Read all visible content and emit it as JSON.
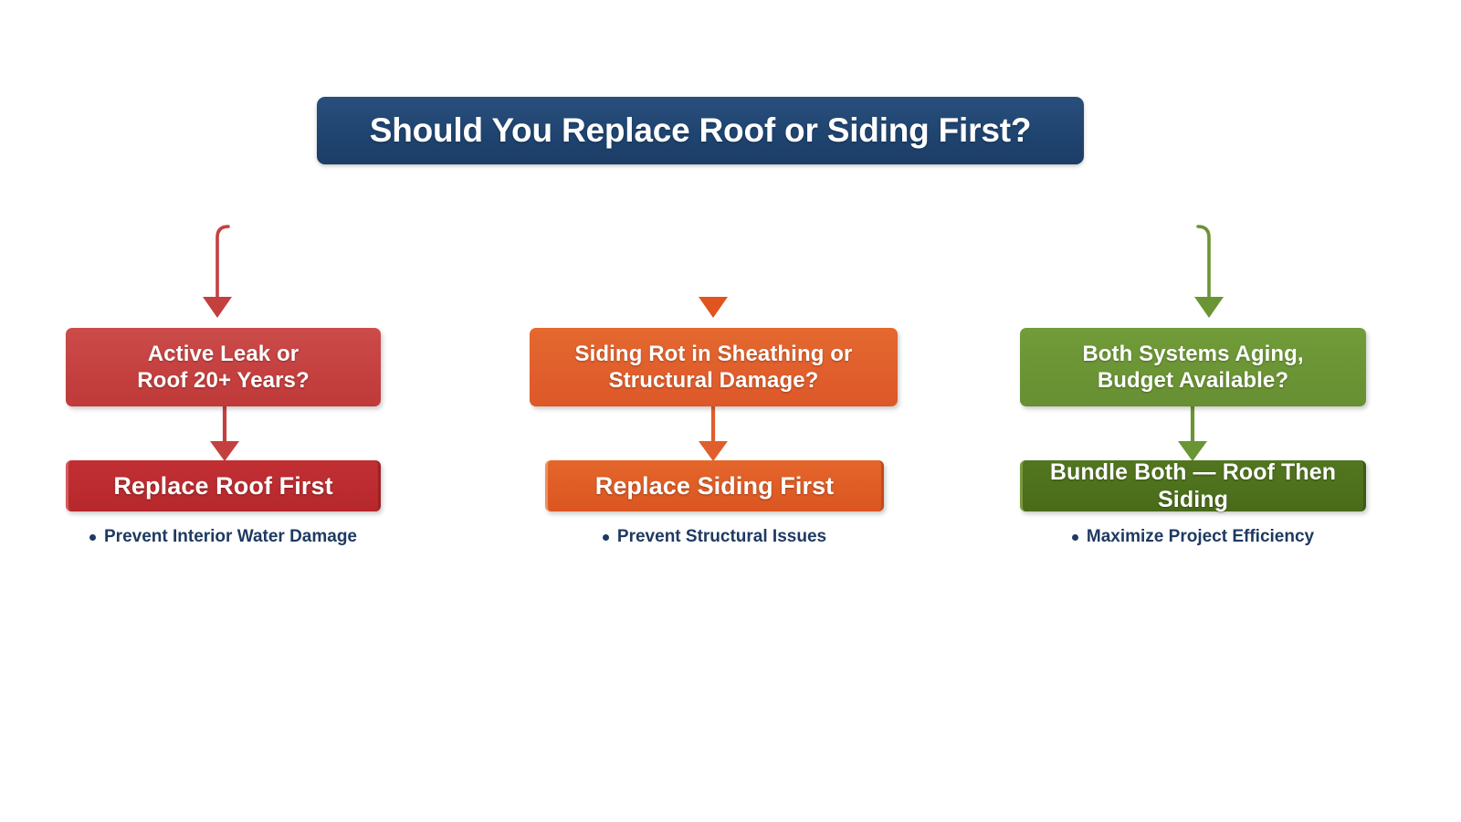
{
  "page": {
    "background": "#ffffff",
    "type": "decision-flowchart"
  },
  "title": {
    "text": "Should You Replace Roof or Siding First?",
    "color": "#1f4470"
  },
  "branches": [
    {
      "id": "roof",
      "accent": "#c4403f",
      "decision": {
        "line1": "Active Leak or",
        "line2": "Roof 20+ Years?"
      },
      "outcome": "Replace Roof First",
      "caption": "Prevent Interior Water Damage"
    },
    {
      "id": "siding",
      "accent": "#e05e2c",
      "decision": {
        "line1": "Siding Rot in Sheathing or",
        "line2": "Structural Damage?"
      },
      "outcome": "Replace Siding First",
      "caption": "Prevent Structural Issues"
    },
    {
      "id": "bundle",
      "accent": "#6b9435",
      "decision": {
        "line1": "Both Systems Aging,",
        "line2": "Budget Available?"
      },
      "outcome": "Bundle Both — Roof Then Siding",
      "caption": "Maximize Project Efficiency"
    }
  ],
  "connectors": {
    "bus_gradient": [
      "#c4403f",
      "#e8802e",
      "#6b9435"
    ],
    "stem_color": "#1f4470"
  }
}
